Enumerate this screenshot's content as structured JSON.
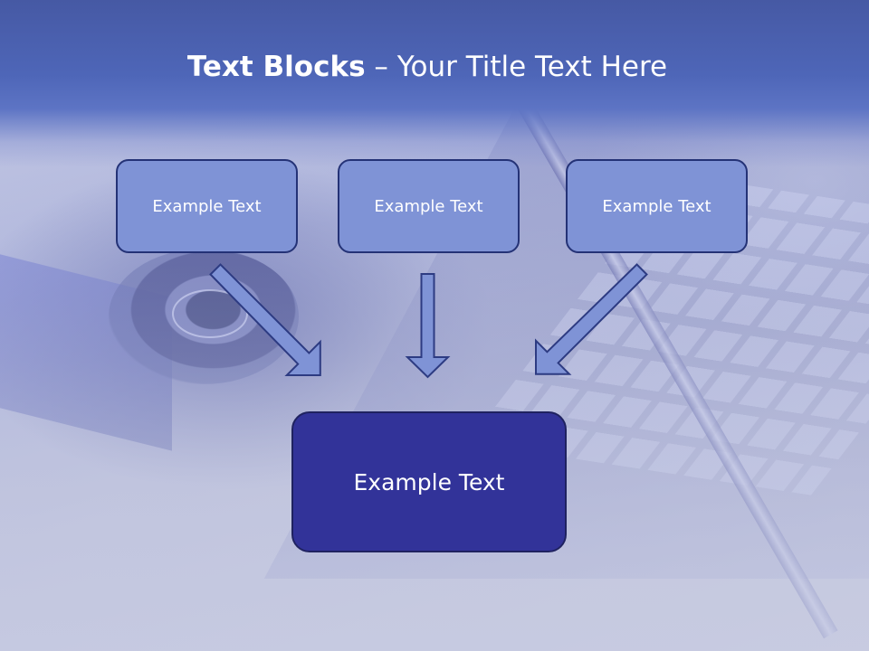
{
  "slide": {
    "title_bold": "Text Blocks",
    "title_dash": " – ",
    "title_rest": "Your Title Text Here"
  },
  "blocks": [
    {
      "label": "Example Text"
    },
    {
      "label": "Example Text"
    },
    {
      "label": "Example Text"
    }
  ],
  "main_block": {
    "label": "Example Text"
  },
  "colors": {
    "title_band": "#4e66b8",
    "block_fill": "#7f93d6",
    "block_border": "#243276",
    "main_block_fill": "#323399",
    "arrow_fill": "#7f93d6"
  },
  "icons": [
    "arrow-down-right-icon",
    "arrow-down-icon",
    "arrow-down-left-icon"
  ]
}
